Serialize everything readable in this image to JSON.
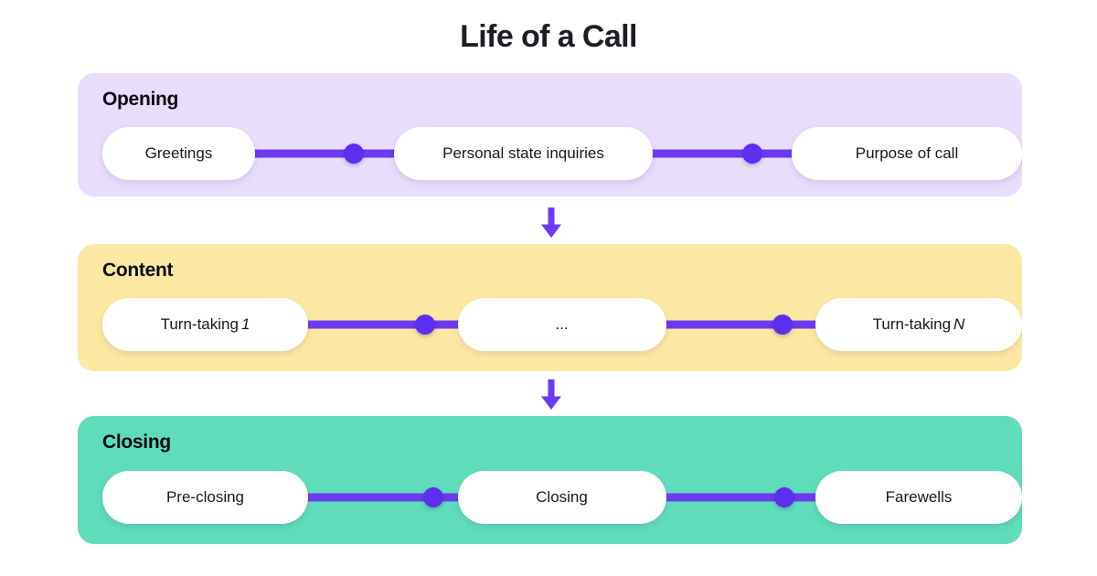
{
  "title": "Life of a Call",
  "theme": {
    "background": "#ffffff",
    "title_color": "#1c1e26",
    "accent_purple": "#6c3bef",
    "dot_purple": "#5b2ef0",
    "pill_background": "#ffffff",
    "pill_text": "#16181d",
    "band_label_color": "#0b0c10"
  },
  "bands": [
    {
      "label": "Opening",
      "color": "#e8ddfb",
      "steps": [
        {
          "text": "Greetings",
          "italic": ""
        },
        {
          "text": "Personal state inquiries",
          "italic": ""
        },
        {
          "text": "Purpose of call",
          "italic": ""
        }
      ]
    },
    {
      "label": "Content",
      "color": "#fbe9a3",
      "steps": [
        {
          "text": "Turn-taking",
          "italic": "1"
        },
        {
          "text": "...",
          "italic": ""
        },
        {
          "text": "Turn-taking",
          "italic": "N"
        }
      ]
    },
    {
      "label": "Closing",
      "color": "#5fdcba",
      "steps": [
        {
          "text": "Pre-closing",
          "italic": ""
        },
        {
          "text": "Closing",
          "italic": ""
        },
        {
          "text": "Farewells",
          "italic": ""
        }
      ]
    }
  ],
  "arrows": [
    {
      "name": "arrow-opening-to-content",
      "direction": "down"
    },
    {
      "name": "arrow-content-to-closing",
      "direction": "down"
    }
  ]
}
